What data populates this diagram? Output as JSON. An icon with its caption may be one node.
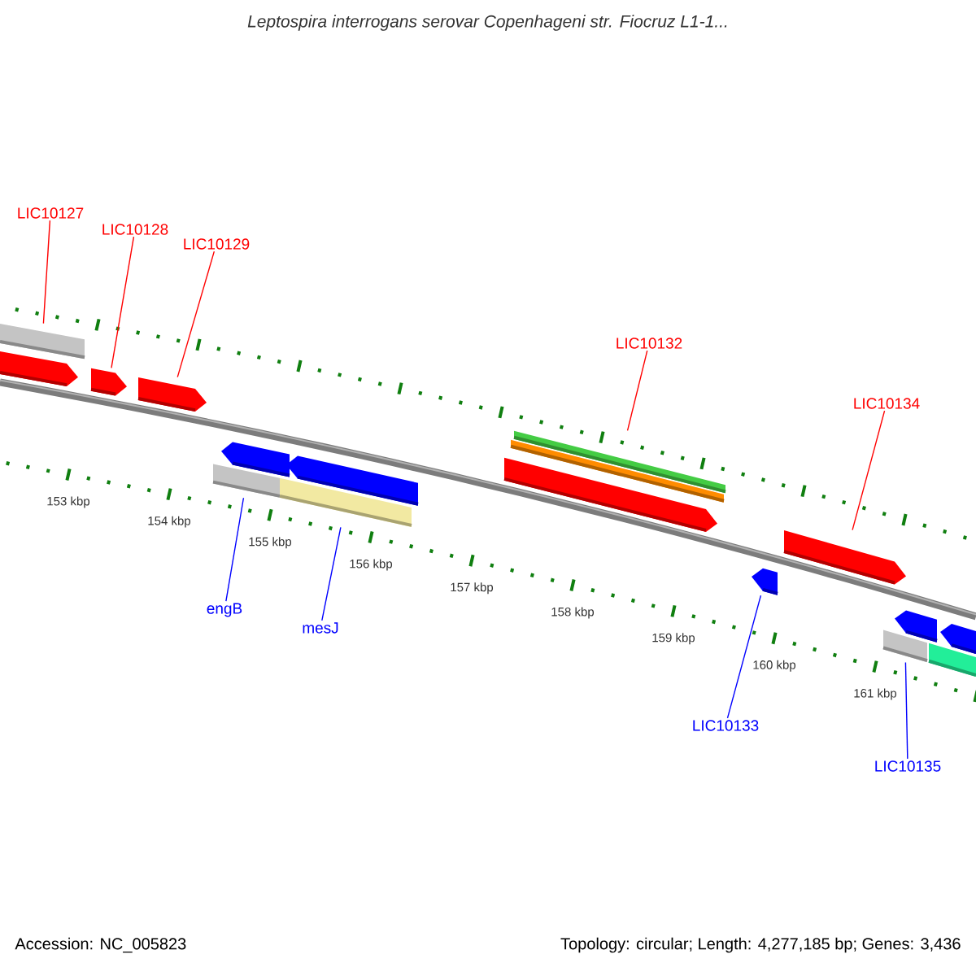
{
  "diagram": {
    "title": "Leptospira interrogans serovar Copenhageni str. Fiocruz L1-1...",
    "nodes": [
      {
        "text": [
          "LIC10127"
        ]
      },
      {
        "text": [
          "LIC10128"
        ]
      },
      {
        "text": [
          "LIC10129"
        ]
      },
      {
        "text": [
          "LIC10132"
        ]
      },
      {
        "text": [
          "LIC10134"
        ]
      },
      {
        "text": [
          "engB"
        ]
      },
      {
        "text": [
          "mesJ"
        ]
      },
      {
        "text": [
          "LIC10133"
        ]
      },
      {
        "text": [
          "LIC10135"
        ]
      },
      {
        "text": [],
        "shape": "bar"
      },
      {
        "text": [],
        "shape": "pentagon"
      },
      {
        "text": [],
        "shape": "pentagon"
      },
      {
        "text": [],
        "shape": "pentagon"
      },
      {
        "text": [],
        "shape": "pentagon"
      },
      {
        "text": [],
        "shape": "bar"
      },
      {
        "text": [],
        "shape": "pentagon"
      },
      {
        "text": [],
        "shape": "bar"
      },
      {
        "text": [],
        "shape": "bar"
      },
      {
        "text": [],
        "shape": "bar"
      },
      {
        "text": [],
        "shape": "pentagon"
      },
      {
        "text": [],
        "shape": "pentagon"
      },
      {
        "text": [],
        "shape": "pentagon"
      },
      {
        "text": [],
        "shape": "bar"
      },
      {
        "text": [],
        "shape": "pentagon"
      },
      {
        "text": [],
        "shape": "bar"
      },
      {
        "text": [],
        "shape": "pentagon"
      }
    ],
    "edges": [
      {
        "from": 0,
        "to": 9,
        "arrow": "none"
      },
      {
        "from": 1,
        "to": 11,
        "arrow": "none"
      },
      {
        "from": 2,
        "to": 12,
        "arrow": "none"
      },
      {
        "from": 3,
        "to": 17,
        "arrow": "none"
      },
      {
        "from": 4,
        "to": 21,
        "arrow": "none"
      },
      {
        "from": 5,
        "to": 14,
        "arrow": "none",
        "color": "#0000ff"
      },
      {
        "from": 6,
        "to": 16,
        "arrow": "none",
        "color": "#0000ff"
      },
      {
        "from": 7,
        "to": 20,
        "arrow": "none",
        "color": "#0000ff"
      },
      {
        "from": 8,
        "to": 22,
        "arrow": "none",
        "color": "#0000ff"
      }
    ],
    "labels": [
      "153 kbp",
      "154 kbp",
      "155 kbp",
      "156 kbp",
      "157 kbp",
      "158 kbp",
      "159 kbp",
      "160 kbp",
      "161 kbp",
      "Accession: NC_005823",
      "Topology: circular; Length: 4,277,185 bp; Genes: 3,436"
    ]
  }
}
